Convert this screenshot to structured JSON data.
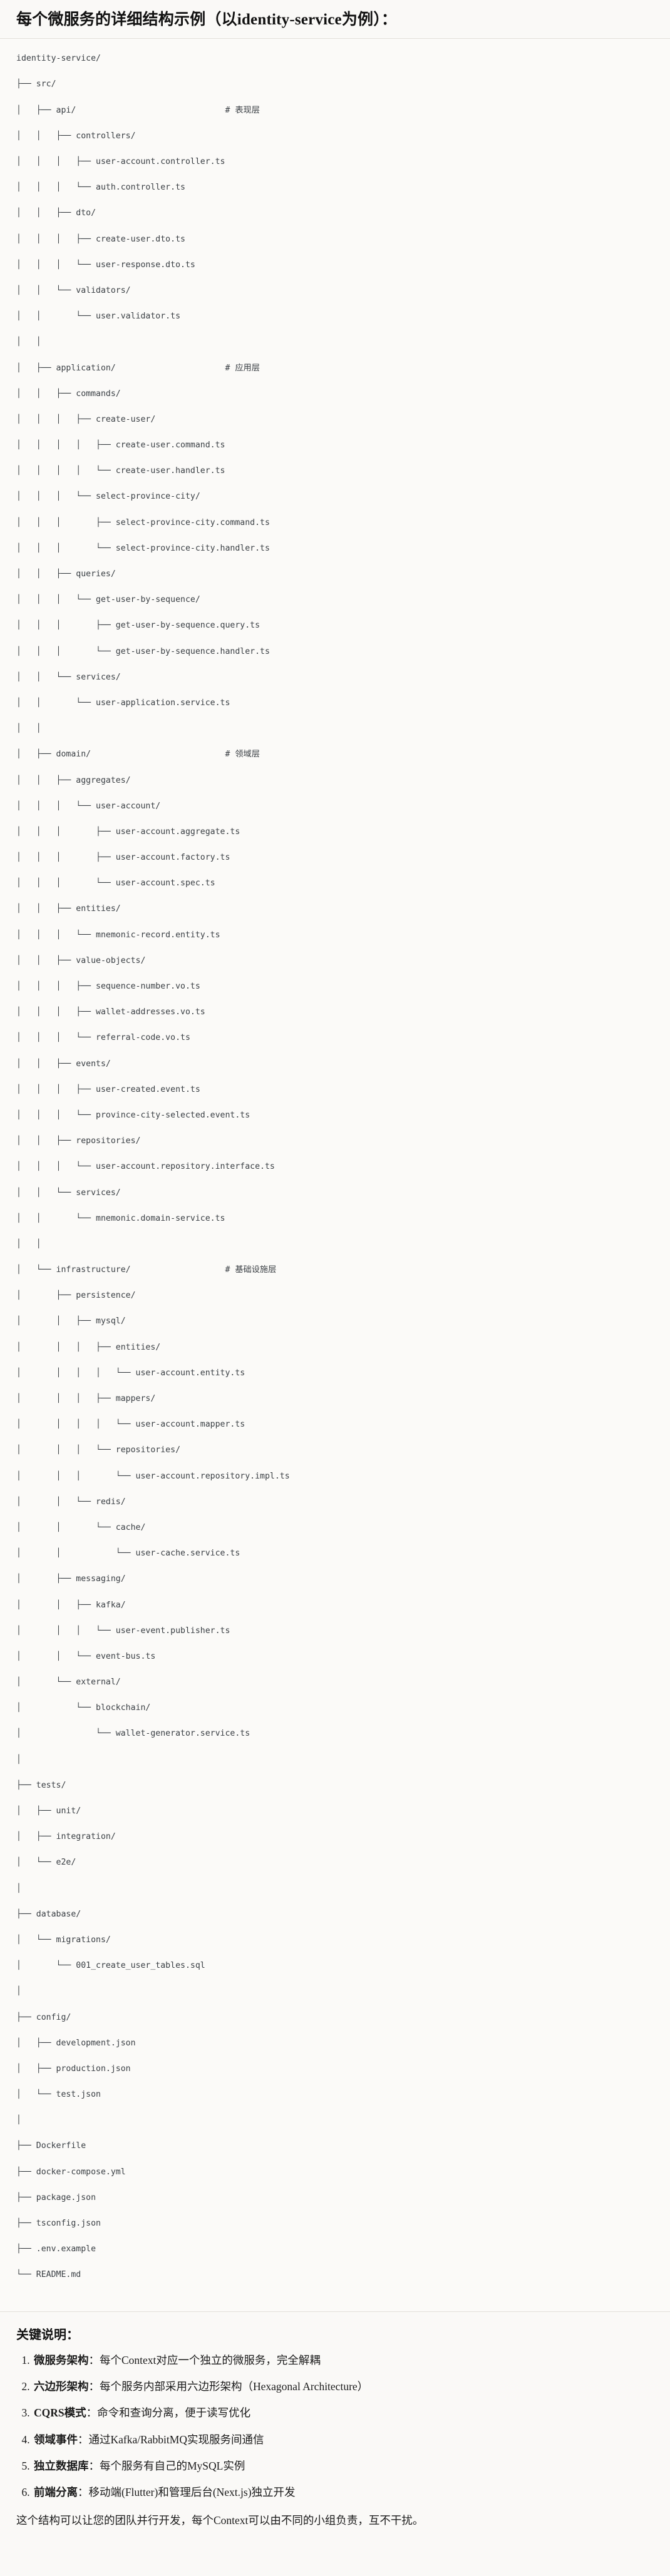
{
  "header": {
    "title": "每个微服务的详细结构示例（以identity-service为例）："
  },
  "tree": {
    "root": "identity-service/",
    "lines": [
      "identity-service/",
      "├── src/",
      "│   ├── api/                              # 表现层",
      "│   │   ├── controllers/",
      "│   │   │   ├── user-account.controller.ts",
      "│   │   │   └── auth.controller.ts",
      "│   │   ├── dto/",
      "│   │   │   ├── create-user.dto.ts",
      "│   │   │   └── user-response.dto.ts",
      "│   │   └── validators/",
      "│   │       └── user.validator.ts",
      "│   │",
      "│   ├── application/                      # 应用层",
      "│   │   ├── commands/",
      "│   │   │   ├── create-user/",
      "│   │   │   │   ├── create-user.command.ts",
      "│   │   │   │   └── create-user.handler.ts",
      "│   │   │   └── select-province-city/",
      "│   │   │       ├── select-province-city.command.ts",
      "│   │   │       └── select-province-city.handler.ts",
      "│   │   ├── queries/",
      "│   │   │   └── get-user-by-sequence/",
      "│   │   │       ├── get-user-by-sequence.query.ts",
      "│   │   │       └── get-user-by-sequence.handler.ts",
      "│   │   └── services/",
      "│   │       └── user-application.service.ts",
      "│   │",
      "│   ├── domain/                           # 领域层",
      "│   │   ├── aggregates/",
      "│   │   │   └── user-account/",
      "│   │   │       ├── user-account.aggregate.ts",
      "│   │   │       ├── user-account.factory.ts",
      "│   │   │       └── user-account.spec.ts",
      "│   │   ├── entities/",
      "│   │   │   └── mnemonic-record.entity.ts",
      "│   │   ├── value-objects/",
      "│   │   │   ├── sequence-number.vo.ts",
      "│   │   │   ├── wallet-addresses.vo.ts",
      "│   │   │   └── referral-code.vo.ts",
      "│   │   ├── events/",
      "│   │   │   ├── user-created.event.ts",
      "│   │   │   └── province-city-selected.event.ts",
      "│   │   ├── repositories/",
      "│   │   │   └── user-account.repository.interface.ts",
      "│   │   └── services/",
      "│   │       └── mnemonic.domain-service.ts",
      "│   │",
      "│   └── infrastructure/                   # 基础设施层",
      "│       ├── persistence/",
      "│       │   ├── mysql/",
      "│       │   │   ├── entities/",
      "│       │   │   │   └── user-account.entity.ts",
      "│       │   │   ├── mappers/",
      "│       │   │   │   └── user-account.mapper.ts",
      "│       │   │   └── repositories/",
      "│       │   │       └── user-account.repository.impl.ts",
      "│       │   └── redis/",
      "│       │       └── cache/",
      "│       │           └── user-cache.service.ts",
      "│       ├── messaging/",
      "│       │   ├── kafka/",
      "│       │   │   └── user-event.publisher.ts",
      "│       │   └── event-bus.ts",
      "│       └── external/",
      "│           └── blockchain/",
      "│               └── wallet-generator.service.ts",
      "│",
      "├── tests/",
      "│   ├── unit/",
      "│   ├── integration/",
      "│   └── e2e/",
      "│",
      "├── database/",
      "│   └── migrations/",
      "│       └── 001_create_user_tables.sql",
      "│",
      "├── config/",
      "│   ├── development.json",
      "│   ├── production.json",
      "│   └── test.json",
      "│",
      "├── Dockerfile",
      "├── docker-compose.yml",
      "├── package.json",
      "├── tsconfig.json",
      "├── .env.example",
      "└── README.md"
    ],
    "layer_comments": [
      "# 表现层",
      "# 应用层",
      "# 领域层",
      "# 基础设施层"
    ]
  },
  "notes": {
    "heading": "关键说明：",
    "points": [
      {
        "term": "微服务架构",
        "desc": "：每个Context对应一个独立的微服务，完全解耦"
      },
      {
        "term": "六边形架构",
        "desc": "：每个服务内部采用六边形架构（Hexagonal Architecture）"
      },
      {
        "term": "CQRS模式",
        "desc": "：命令和查询分离，便于读写优化"
      },
      {
        "term": "领域事件",
        "desc": "：通过Kafka/RabbitMQ实现服务间通信"
      },
      {
        "term": "独立数据库",
        "desc": "：每个服务有自己的MySQL实例"
      },
      {
        "term": "前端分离",
        "desc": "：移动端(Flutter)和管理后台(Next.js)独立开发"
      }
    ],
    "closing": "这个结构可以让您的团队并行开发，每个Context可以由不同的小组负责，互不干扰。"
  },
  "colors": {
    "background": "#faf9f7",
    "tree_background": "#fbfaf8",
    "text": "#1b1b1b",
    "tree_text": "#3a3f44",
    "divider": "#e3e0da"
  }
}
